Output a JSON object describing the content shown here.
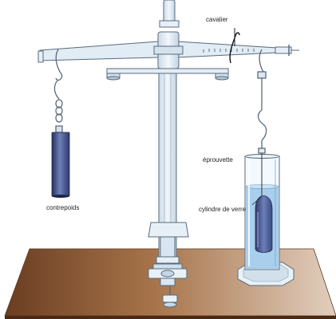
{
  "labels": {
    "cavalier": "cavalier",
    "contrepoids": "contrepoids",
    "eprouvette": "éprouvette",
    "cylindre": "cylindre de verre"
  },
  "colors": {
    "metal_fill": "#dce9f4",
    "metal_stroke": "#5a6b7a",
    "weight_dark": "#3a4a7e",
    "weight_light": "#6d7fb8",
    "table_dark": "#6b3e22",
    "table_mid": "#a7744a",
    "table_light": "#d8c0aa",
    "water": "#a8cfec",
    "glass_cylinder": "#4a5a96"
  }
}
